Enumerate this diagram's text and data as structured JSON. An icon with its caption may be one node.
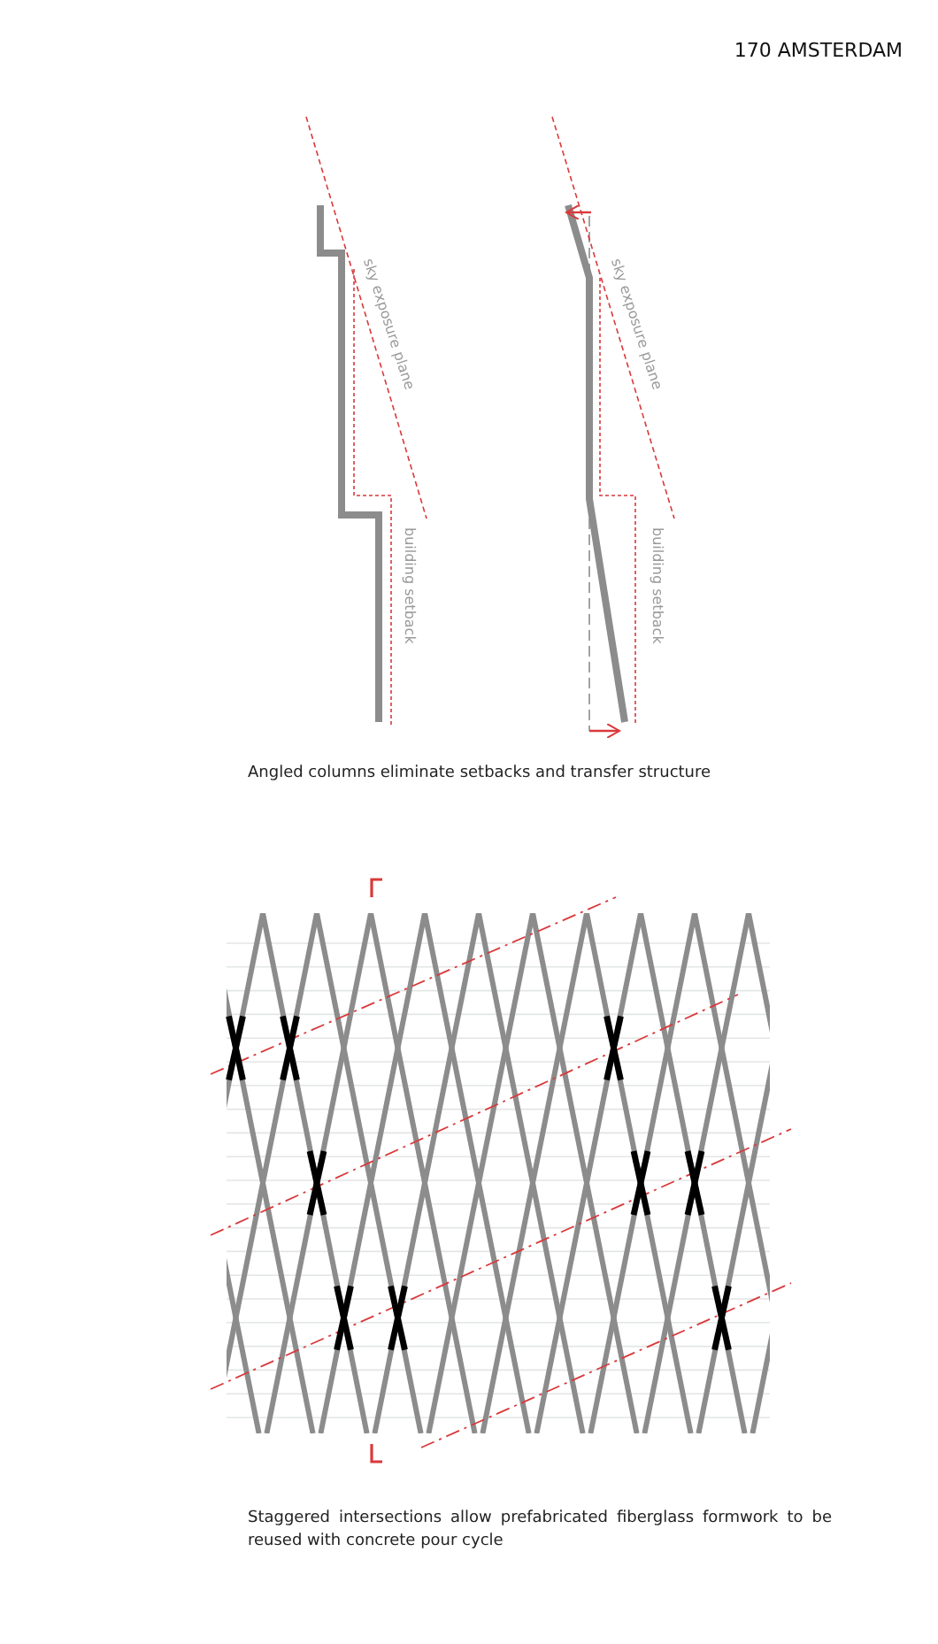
{
  "diagram": {
    "title": "170 AMSTERDAM",
    "labels": [
      "sky exposure plane",
      "building setback",
      "sky exposure plane",
      "building setback",
      "Angled columns eliminate setbacks and transfer structure",
      "Staggered intersections allow prefabricated fiberglass formwork to be reused with concrete pour cycle"
    ]
  }
}
